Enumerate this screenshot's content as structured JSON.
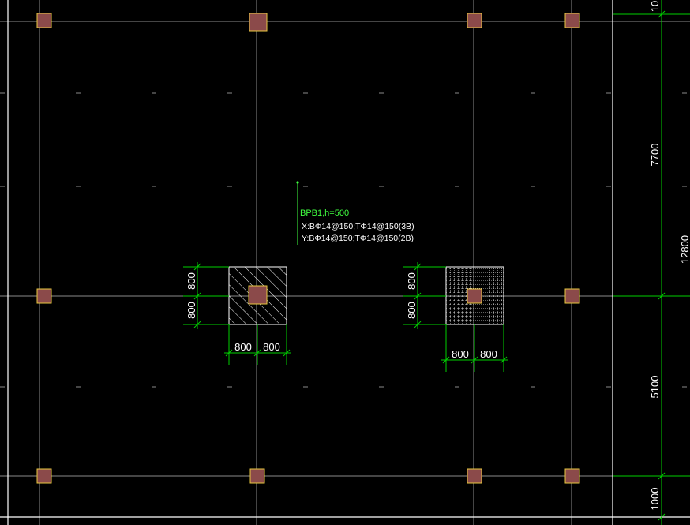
{
  "colors": {
    "background": "#000000",
    "grid_line": "#8a8a8a",
    "frame_line": "#ffffff",
    "column_fill": "#8b4a4a",
    "column_edge": "#e8c840",
    "dimension": "#00d000",
    "label_green": "#40ff40",
    "label_white": "#ffffff",
    "text_white": "#ffffff"
  },
  "annotation": {
    "title": "BPB1,h=500",
    "x_rebar": "X:BΦ14@150;TΦ14@150(3B)",
    "y_rebar": "Y:BΦ14@150;TΦ14@150(2B)"
  },
  "slab_left": {
    "hatch": "diagonal",
    "dim_vertical_top": "800",
    "dim_vertical_bottom": "800",
    "dim_horizontal_left": "800",
    "dim_horizontal_right": "800"
  },
  "slab_right": {
    "hatch": "crosshatch",
    "dim_vertical_top": "800",
    "dim_vertical_bottom": "800",
    "dim_horizontal_left": "800",
    "dim_horizontal_right": "800"
  },
  "right_dimensions": {
    "top_partial": "10",
    "upper_span": "7700",
    "total": "12800",
    "lower_span": "5100",
    "bottom_partial": "1000"
  }
}
